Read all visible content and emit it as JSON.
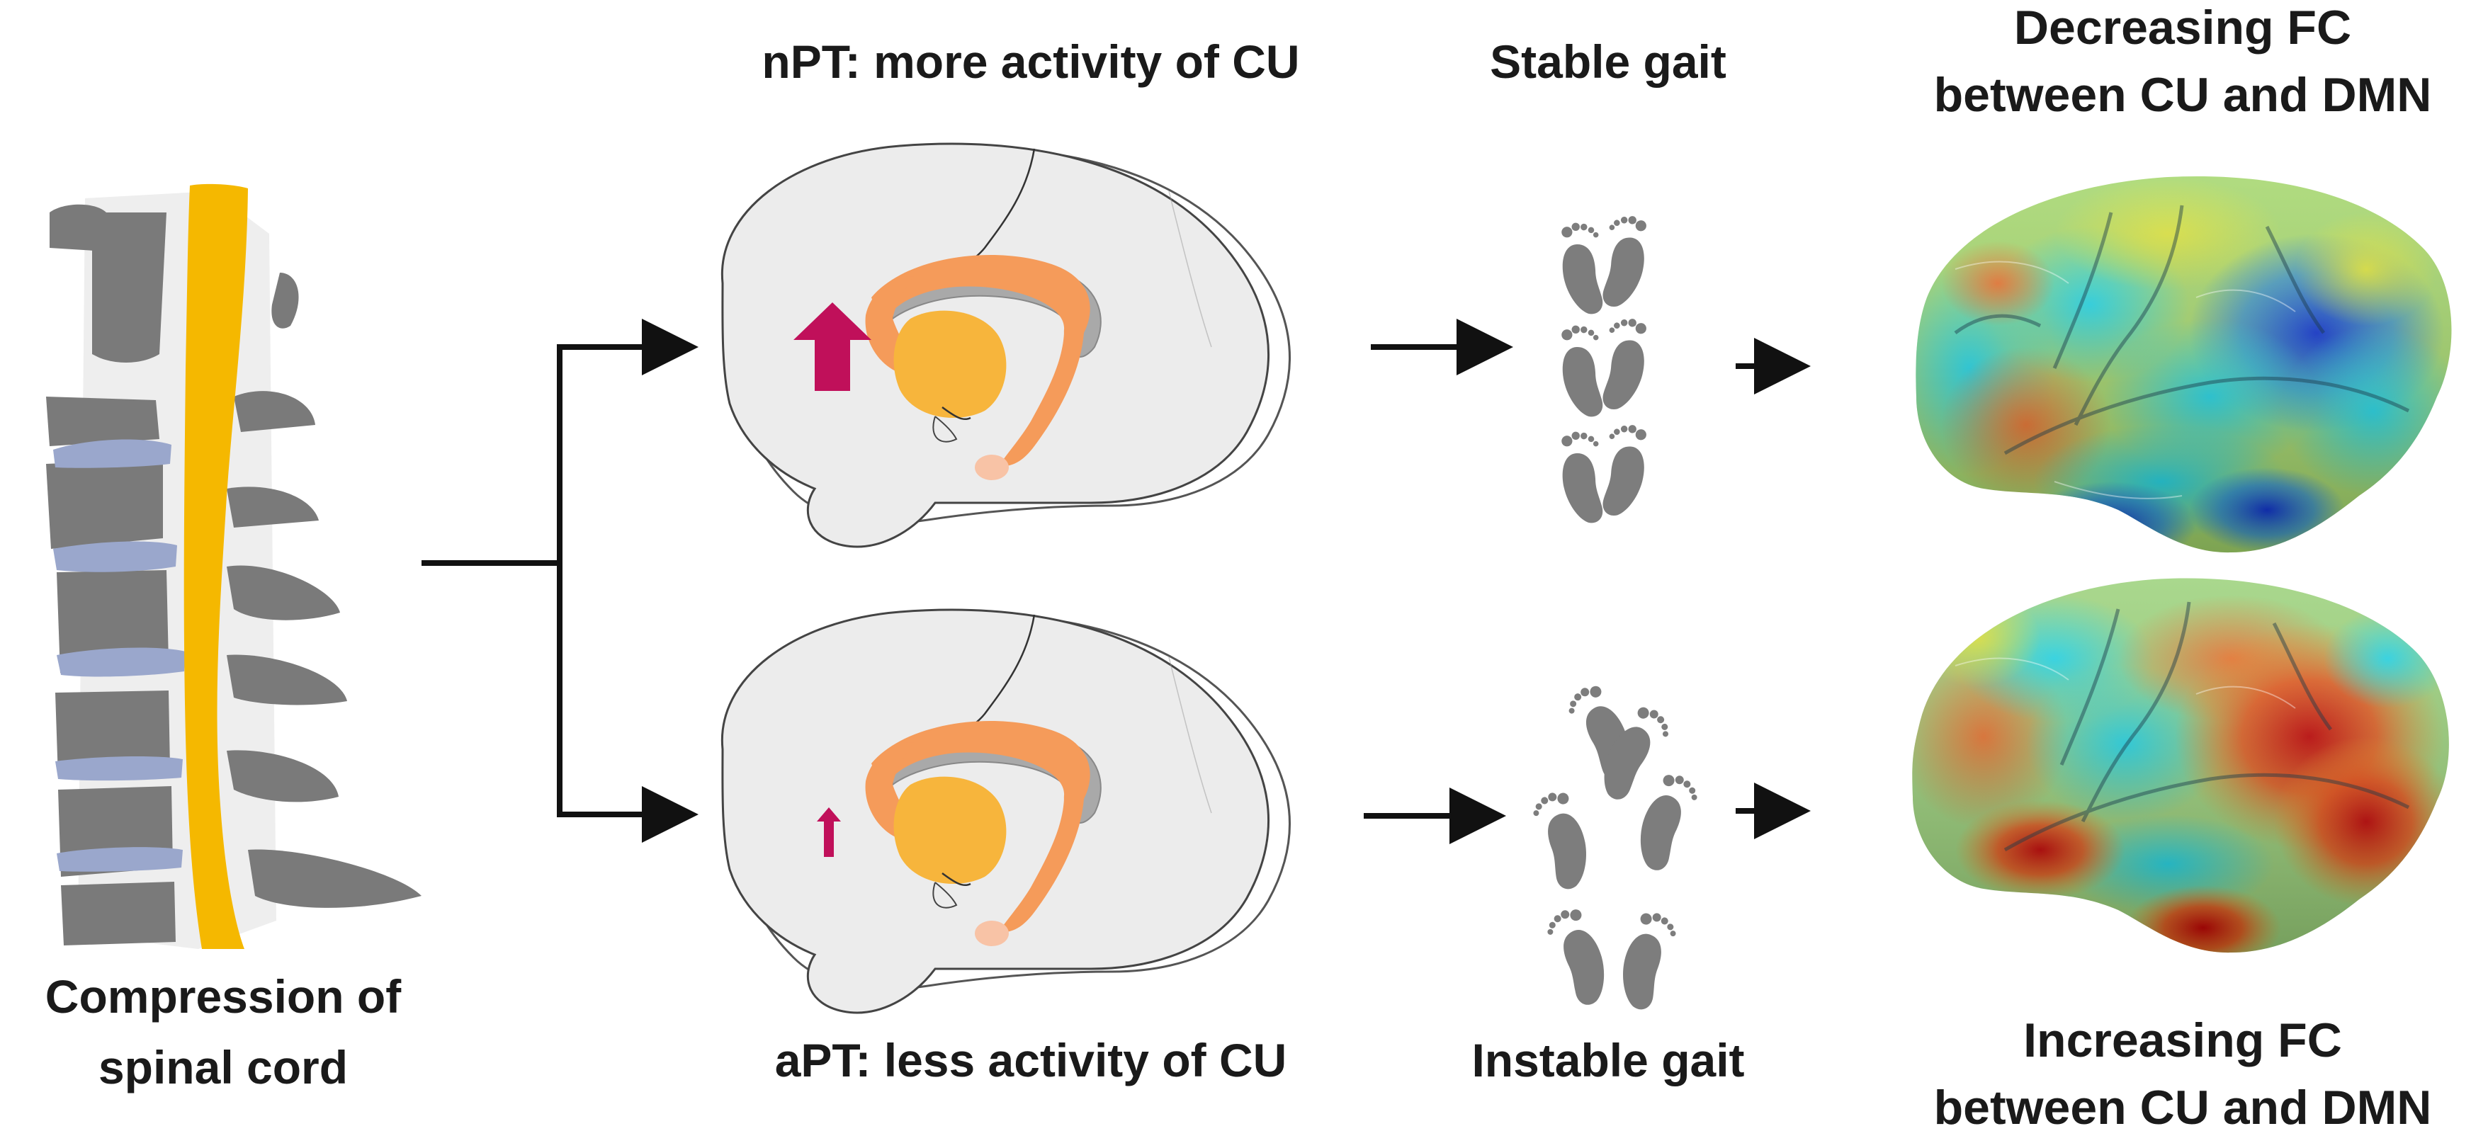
{
  "labels": {
    "compression_line1": "Compression of",
    "compression_line2": "spinal cord",
    "npt": "nPT: more activity of CU",
    "apt": "aPT: less activity of CU",
    "stable_gait": "Stable gait",
    "instable_gait": "Instable gait",
    "decreasing_fc_line1": "Decreasing FC",
    "decreasing_fc_line2": "between CU and DMN",
    "increasing_fc_line1": "Increasing FC",
    "increasing_fc_line2": "between CU and DMN"
  },
  "icons": {
    "spine": "cervical-spine-icon",
    "brain_medial": "brain-medial-view-icon",
    "footprints": "footprints-icon",
    "brain_surface": "brain-surface-map-icon",
    "arrow_up": "arrow-up-icon",
    "arrow_right": "arrow-right-icon"
  },
  "colors": {
    "spinal_cord": "#f5b800",
    "vertebra": "#7a7a7a",
    "disc": "#9aa7cc",
    "brain_outline": "#555555",
    "brain_fill": "#ececec",
    "caudate": "#f59b5a",
    "thalamus": "#f7b53c",
    "increase_arrow": "#c0105a",
    "footprint": "#7d7d7d",
    "arrow": "#111111"
  }
}
